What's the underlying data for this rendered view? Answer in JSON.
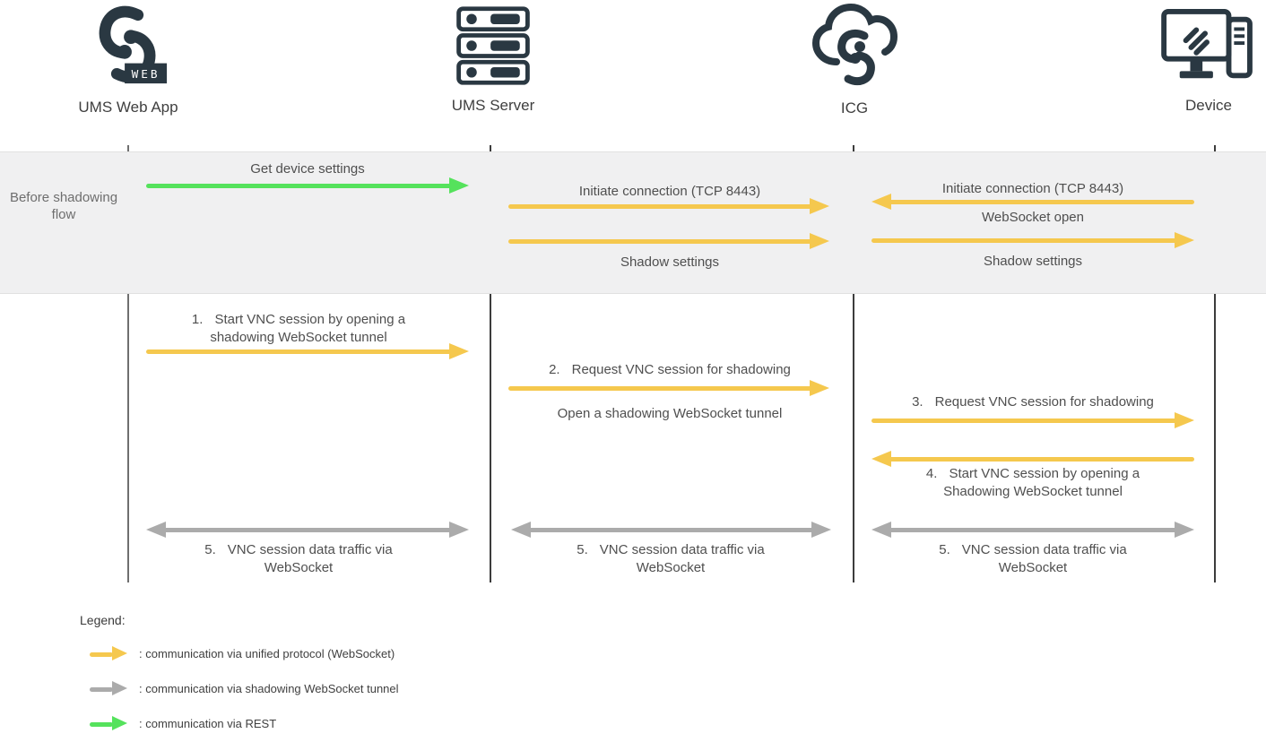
{
  "actors": [
    {
      "id": "ums-web-app",
      "label": "UMS Web App",
      "icon": "ums-web-logo-icon",
      "badge": "WEB"
    },
    {
      "id": "ums-server",
      "label": "UMS Server",
      "icon": "server-stack-icon"
    },
    {
      "id": "icg",
      "label": "ICG",
      "icon": "cloud-link-icon"
    },
    {
      "id": "device",
      "label": "Device",
      "icon": "device-monitor-icon"
    }
  ],
  "phase": {
    "label": "Before shadowing flow"
  },
  "before_flow": {
    "get_device_settings": {
      "label": "Get device settings",
      "from": "UMS Web App",
      "to": "UMS Server",
      "protocol": "REST",
      "direction": "right"
    },
    "initiate_ums_icg": {
      "label": "Initiate connection (TCP 8443)",
      "from": "UMS Server",
      "to": "ICG",
      "protocol": "unified protocol (WebSocket)",
      "direction": "right"
    },
    "shadow_settings_ums_icg": {
      "label": "Shadow settings",
      "from": "UMS Server",
      "to": "ICG",
      "protocol": "unified protocol (WebSocket)",
      "direction": "right"
    },
    "initiate_device_icg": {
      "label": "Initiate connection (TCP 8443)",
      "from": "Device",
      "to": "ICG",
      "protocol": "unified protocol (WebSocket)",
      "direction": "left"
    },
    "websocket_open": {
      "label": "WebSocket open",
      "from": "ICG",
      "to": "Device",
      "protocol": "unified protocol (WebSocket)"
    },
    "shadow_settings_icg_dev": {
      "label": "Shadow settings",
      "from": "ICG",
      "to": "Device",
      "protocol": "unified protocol (WebSocket)",
      "direction": "right"
    }
  },
  "steps": {
    "s1": {
      "num": "1.",
      "text": "Start VNC session by opening a shadowing WebSocket tunnel",
      "from": "UMS Web App",
      "to": "UMS Server",
      "direction": "right"
    },
    "s2": {
      "num": "2.",
      "text": "Request VNC session for shadowing",
      "sub": "Open a shadowing WebSocket tunnel",
      "from": "UMS Server",
      "to": "ICG",
      "direction": "right"
    },
    "s3": {
      "num": "3.",
      "text": "Request VNC session for shadowing",
      "from": "ICG",
      "to": "Device",
      "direction": "right"
    },
    "s4": {
      "num": "4.",
      "text": "Start VNC session by opening a Shadowing WebSocket tunnel",
      "from": "Device",
      "to": "ICG",
      "direction": "left"
    },
    "s5": {
      "num": "5.",
      "text": "VNC session data traffic via WebSocket",
      "direction": "both",
      "protocol": "shadowing WebSocket tunnel"
    }
  },
  "legend": {
    "title": "Legend:",
    "items": [
      {
        "icon": "yellow-arrow-icon",
        "color": "#F5C84E",
        "label": ": communication via unified protocol (WebSocket)"
      },
      {
        "icon": "gray-arrow-icon",
        "color": "#ABABAB",
        "label": ": communication via shadowing WebSocket tunnel"
      },
      {
        "icon": "green-arrow-icon",
        "color": "#55E25C",
        "label": ": communication via REST"
      }
    ]
  },
  "colors": {
    "unified_websocket": "#F5C84E",
    "shadowing_tunnel": "#ABABAB",
    "rest": "#55E25C",
    "icon_dark": "#2A3842",
    "phase_band_bg": "#F0F0F1"
  }
}
